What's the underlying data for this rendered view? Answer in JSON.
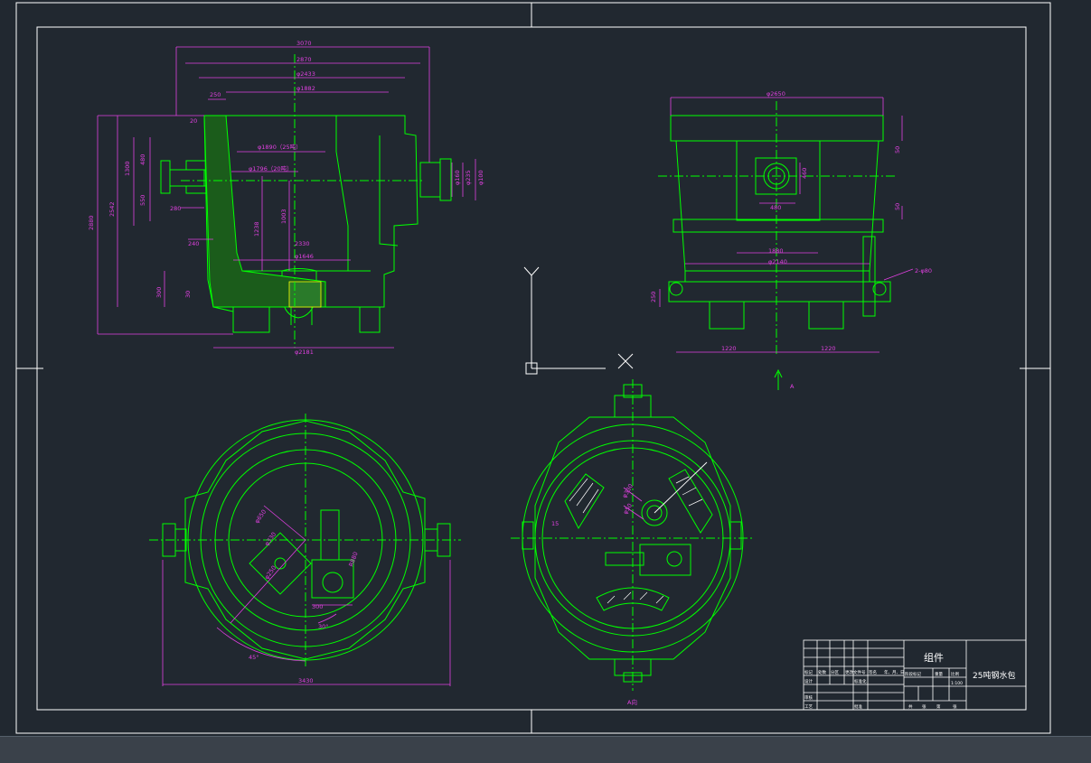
{
  "drawing": {
    "axes": {
      "y_label": "Y",
      "x_label": "X"
    },
    "front_view": {
      "dims": [
        "3070",
        "2870",
        "φ2433",
        "250",
        "φ1882",
        "20",
        "φ1890（25吨）",
        "φ1796（20吨）",
        "1300",
        "480",
        "550",
        "280",
        "240",
        "2880",
        "2542",
        "1238",
        "1003",
        "2330",
        "φ1646",
        "300",
        "30",
        "φ2181"
      ],
      "pipe_dims": [
        "φ160",
        "φ235",
        "φ100"
      ]
    },
    "side_view": {
      "dims": [
        "φ2650",
        "50",
        "460",
        "480",
        "50",
        "1880",
        "φ2140",
        "2-φ80",
        "250",
        "1220",
        "1220"
      ],
      "section_mark": "A"
    },
    "top_view": {
      "dims": [
        "φ650",
        "φ330",
        "φ250",
        "R880",
        "300",
        "30°",
        "45°",
        "3430"
      ]
    },
    "bottom_view": {
      "dims": [
        "φ330",
        "φ50",
        "15"
      ],
      "label": "A向"
    },
    "title_block": {
      "part": "组件",
      "name": "25吨钢水包",
      "rows": [
        "标记",
        "处数",
        "分区",
        "更改文件号",
        "签名",
        "年、月、日"
      ],
      "r1": [
        "设计",
        "",
        "",
        "标准化"
      ],
      "r2": [
        "审核"
      ],
      "r3": [
        "工艺",
        "",
        "",
        "批准"
      ],
      "stage": [
        "阶段标记",
        "重量",
        "比例"
      ],
      "scale": "1:100",
      "sheet": [
        "共",
        "张",
        "第",
        "张"
      ]
    }
  },
  "colors": {
    "background": "#212830",
    "lines": "#00ff00",
    "dimensions": "#e040e0",
    "frame": "#ffffff"
  }
}
